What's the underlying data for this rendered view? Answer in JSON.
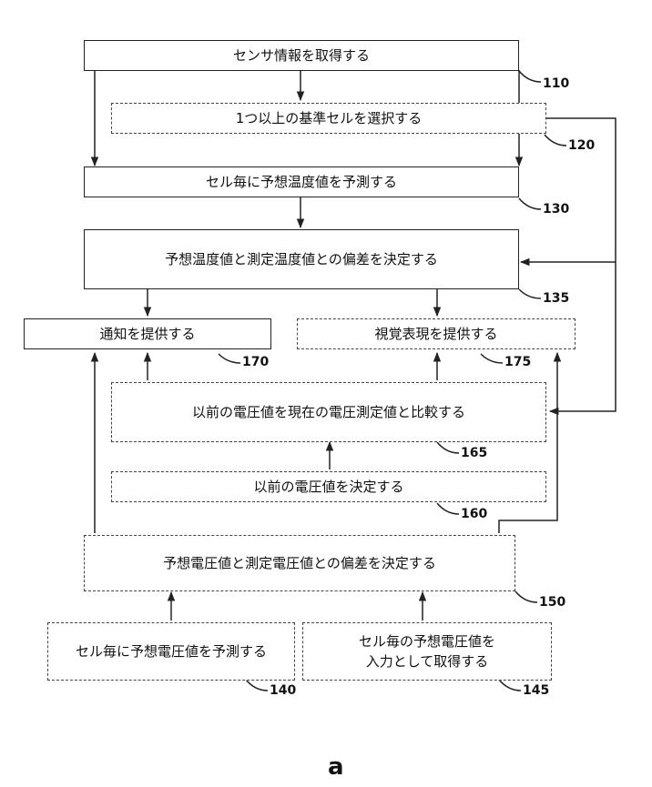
{
  "steps": {
    "s110": {
      "text": "センサ情報を取得する",
      "ref": "110"
    },
    "s120": {
      "text": "1つ以上の基準セルを選択する",
      "ref": "120"
    },
    "s130": {
      "text": "セル毎に予想温度値を予測する",
      "ref": "130"
    },
    "s135": {
      "text": "予想温度値と測定温度値との偏差を決定する",
      "ref": "135"
    },
    "s170": {
      "text": "通知を提供する",
      "ref": "170"
    },
    "s175": {
      "text": "視覚表現を提供する",
      "ref": "175"
    },
    "s165": {
      "text": "以前の電圧値を現在の電圧測定値と比較する",
      "ref": "165"
    },
    "s160": {
      "text": "以前の電圧値を決定する",
      "ref": "160"
    },
    "s150": {
      "text": "予想電圧値と測定電圧値との偏差を決定する",
      "ref": "150"
    },
    "s140": {
      "text": "セル毎に予想電圧値を予測する",
      "ref": "140"
    },
    "s145": {
      "line1": "セル毎の予想電圧値を",
      "line2": "入力として取得する",
      "ref": "145"
    }
  },
  "figure_label": "a"
}
